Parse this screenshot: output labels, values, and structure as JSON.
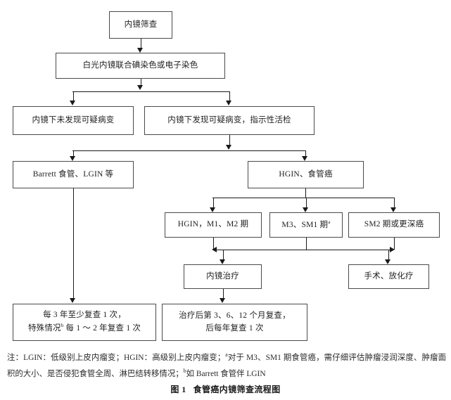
{
  "figure": {
    "caption_number": "图 1",
    "caption_title": "食管癌内镜筛查流程图"
  },
  "nodes": {
    "screening": {
      "label": "内镜筛查"
    },
    "staining": {
      "label": "白光内镜联合碘染色或电子染色"
    },
    "no_lesion": {
      "label": "内镜下未发现可疑病变"
    },
    "lesion_biopsy": {
      "label": "内镜下发现可疑病变，指示性活检"
    },
    "barrett_lgin": {
      "label": "Barrett 食管、LGIN 等"
    },
    "hgin_cancer": {
      "label": "HGIN、食管癌"
    },
    "stage_m1m2": {
      "label": "HGIN，M1、M2 期"
    },
    "stage_m3sm1": {
      "label": "M3、SM1 期",
      "superscript": "a"
    },
    "stage_sm2": {
      "label": "SM2 期或更深癌"
    },
    "endoscopic_therapy": {
      "label": "内镜治疗"
    },
    "surgery_chemoradio": {
      "label": "手术、放化疗"
    },
    "followup_left_line1": {
      "label": "每 3 年至少复查 1 次，"
    },
    "followup_left_line2_pre": {
      "label": "特殊情况"
    },
    "followup_left_line2_sup": {
      "label": "b"
    },
    "followup_left_line2_post": {
      "label": " 每 1 ～ 2 年复查 1 次"
    },
    "followup_right_line1": {
      "label": "治疗后第 3、6、12 个月复查，"
    },
    "followup_right_line2": {
      "label": "后每年复查 1 次"
    }
  },
  "footnote": {
    "prefix": "注：LGIN：低级别上皮内瘤变；HGIN：高级别上皮内瘤变；",
    "sup_a": "a",
    "note_a": "对于 M3、SM1 期食管癌，需仔细评估肿瘤浸润深度、肿瘤面积的大小、是否侵犯食管全周、淋巴结转移情况；",
    "sup_b": "b",
    "note_b": "如 Barrett 食管伴 LGIN"
  },
  "colors": {
    "line": "#1a1a1a",
    "box_border": "#4a4a4a",
    "text": "#1f1f1f",
    "background": "#ffffff"
  }
}
